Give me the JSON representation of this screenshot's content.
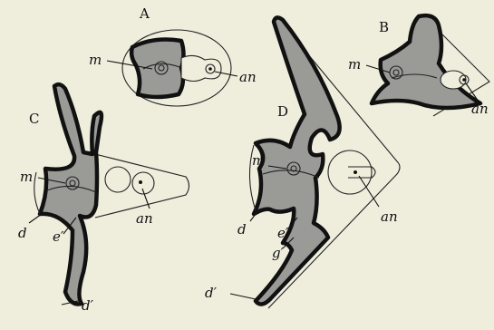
{
  "figures": [
    {
      "key": "A",
      "letter": "A",
      "labels": {
        "m": "m",
        "an": "an"
      }
    },
    {
      "key": "B",
      "letter": "B",
      "labels": {
        "m": "m",
        "an": "an"
      }
    },
    {
      "key": "C",
      "letter": "C",
      "labels": {
        "m": "m",
        "an": "an",
        "d": "d",
        "e": "e′",
        "d2": "d′"
      }
    },
    {
      "key": "D",
      "letter": "D",
      "labels": {
        "m": "m",
        "an": "an",
        "d": "d",
        "e": "e′",
        "g": "g′",
        "d2": "d′"
      }
    }
  ],
  "colors": {
    "background": "#efeedd",
    "shading": "#9a9a96",
    "ink": "#111111"
  }
}
